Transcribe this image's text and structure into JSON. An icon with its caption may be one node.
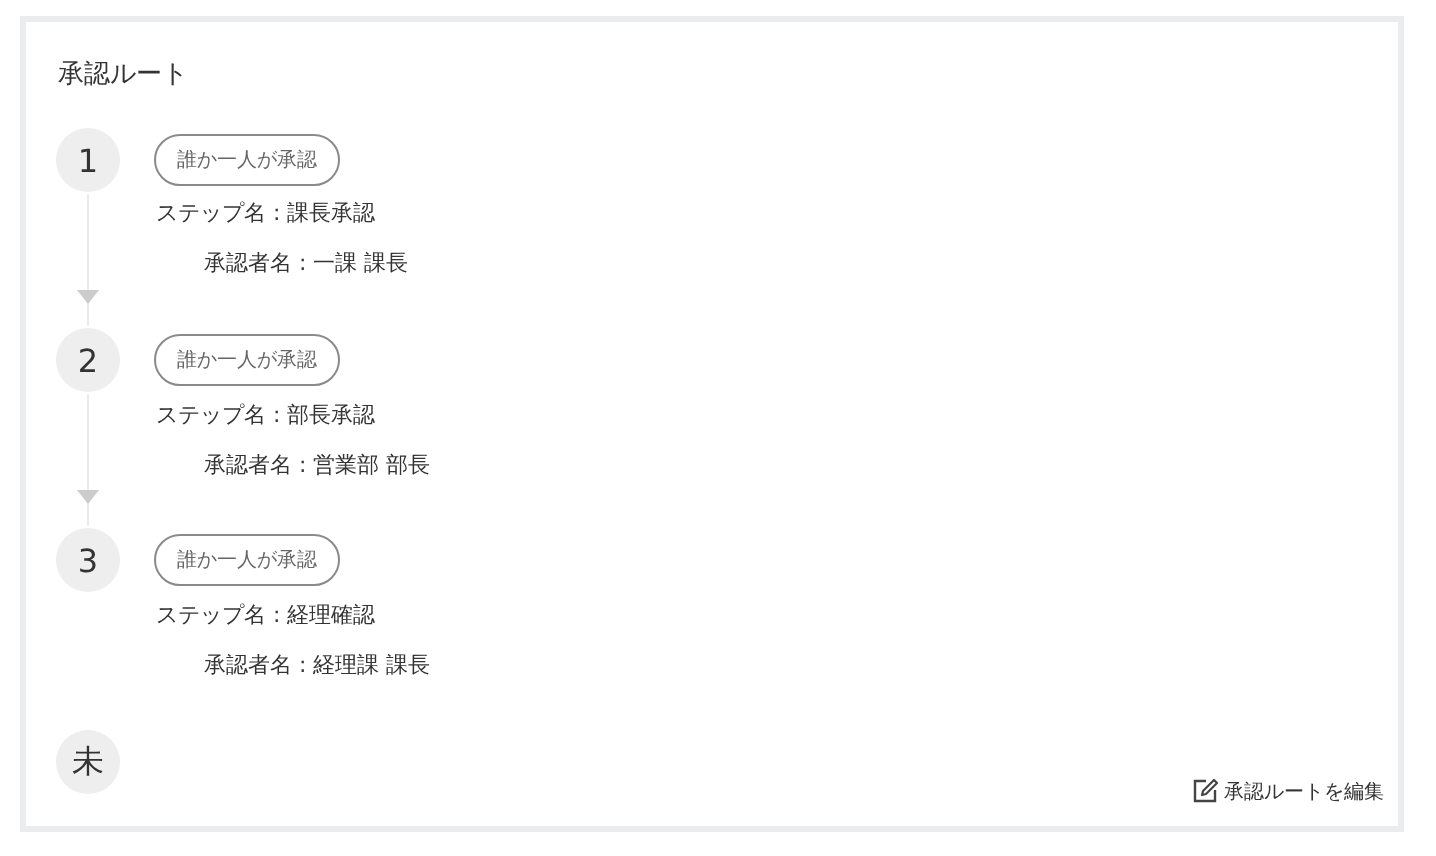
{
  "diagram": {
    "title": "承認ルート",
    "nodes": [
      {
        "text": [
          "1"
        ]
      },
      {
        "text": [
          "誰か一人が承認"
        ],
        "beside": [
          "ステップ名 : 課長承認",
          "承認者名 : 一課 課長"
        ]
      },
      {
        "text": [
          "2"
        ]
      },
      {
        "text": [
          "誰か一人が承認"
        ],
        "beside": [
          "ステップ名 : 部長承認",
          "承認者名 : 営業部 部長"
        ]
      },
      {
        "text": [
          "3"
        ]
      },
      {
        "text": [
          "誰か一人が承認"
        ],
        "beside": [
          "ステップ名 : 経理確認",
          "承認者名 : 経理課 課長"
        ]
      },
      {
        "text": [
          "未"
        ]
      }
    ],
    "edges": [
      {
        "from": 0,
        "to": 2,
        "arrow": "to"
      },
      {
        "from": 2,
        "to": 4,
        "arrow": "to"
      }
    ],
    "labels": [
      "承認ルートを編集"
    ]
  }
}
